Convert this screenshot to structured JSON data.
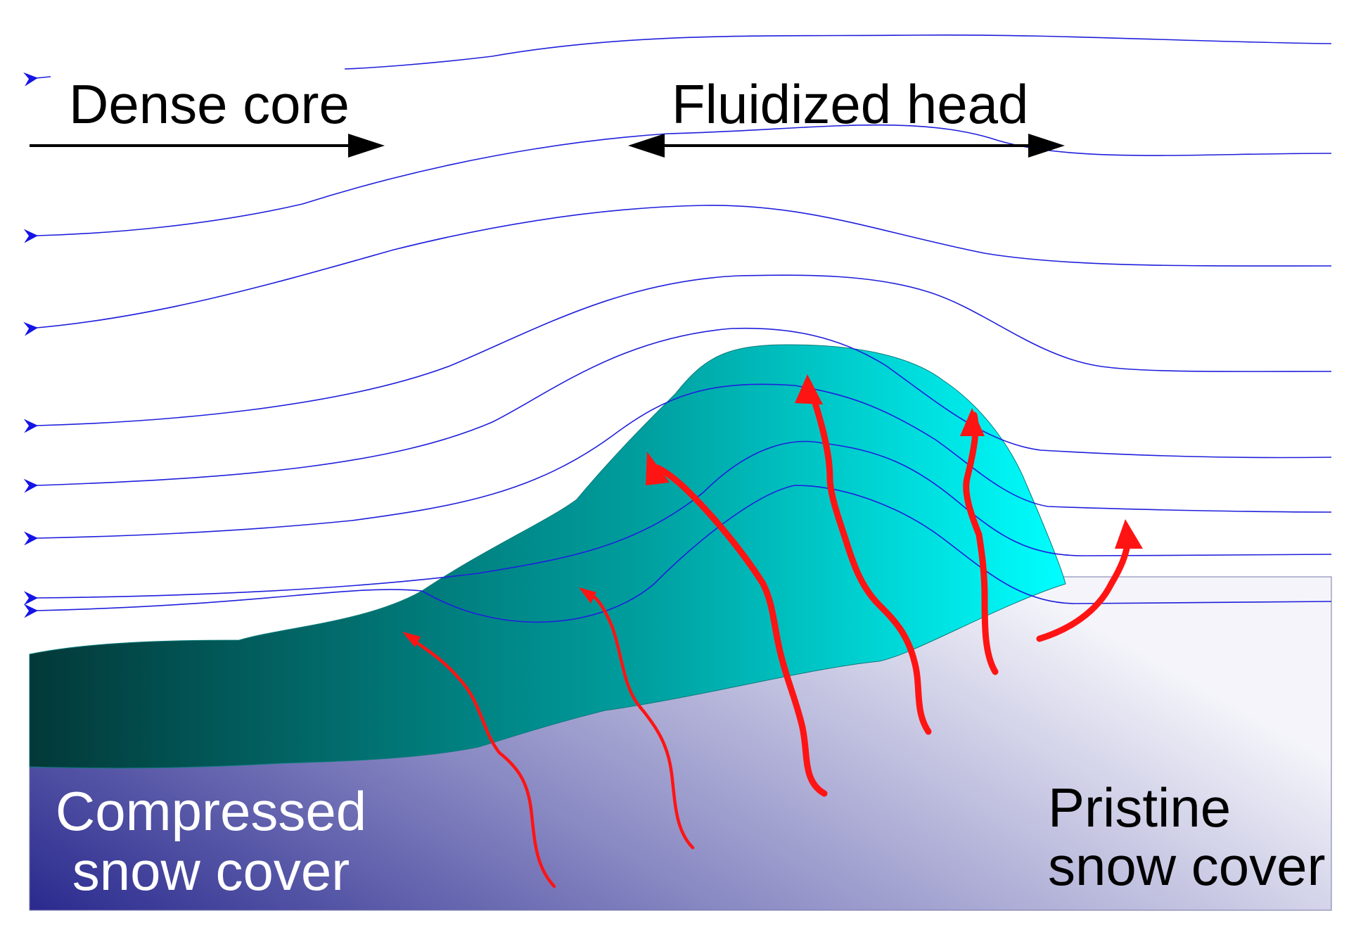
{
  "labels": {
    "dense_core": "Dense core",
    "fluidized_head": "Fluidized head",
    "compressed_line1": "Compressed",
    "compressed_line2": "snow cover",
    "pristine_line1": "Pristine",
    "pristine_line2": "snow cover"
  },
  "colors": {
    "streamline": "#1f1fdc",
    "streamline_arrow": "#1414e6",
    "upflow_arrow": "#ff1414",
    "extent_arrow": "#000000",
    "avalanche_core_dark": "#033838",
    "avalanche_core_mid": "#00a0a0",
    "avalanche_head_light": "#00ffff",
    "snow_cover_dark": "#2a2a8e",
    "snow_cover_mid": "#8a8ac4",
    "snow_cover_light": "#f4f4fa",
    "label_light": "#ffffff",
    "label_dark": "#000000"
  }
}
